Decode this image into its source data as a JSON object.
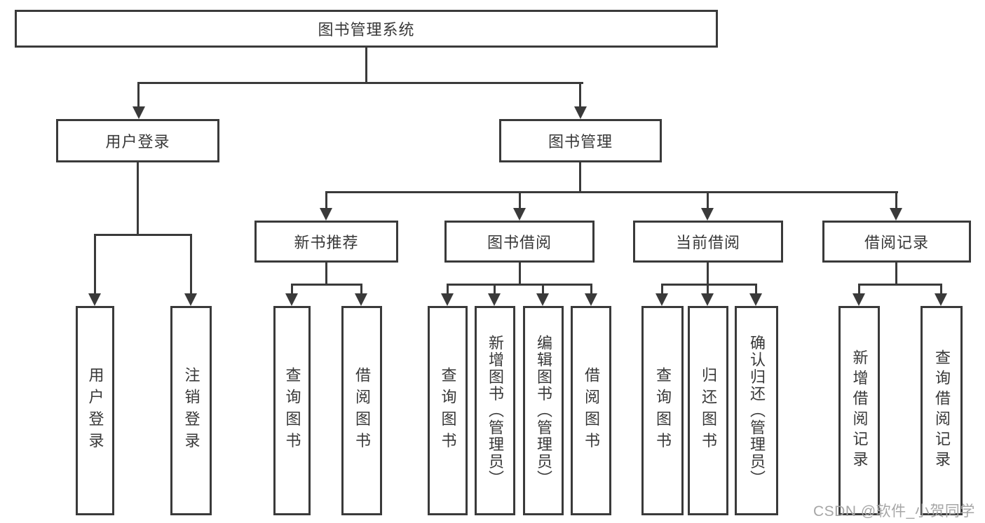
{
  "diagram": {
    "type": "hierarchy-tree",
    "colors": {
      "line": "#3a3a3a",
      "text": "#383838",
      "watermark": "#a6a6a6",
      "background": "#ffffff"
    },
    "watermark": "CSDN @软件_小贺同学",
    "nodes": {
      "root": {
        "label": "图书管理系统"
      },
      "user_login": {
        "label": "用户登录"
      },
      "book_mgmt": {
        "label": "图书管理"
      },
      "new_book_rec": {
        "label": "新书推荐"
      },
      "book_borrow": {
        "label": "图书借阅"
      },
      "current_borrow": {
        "label": "当前借阅"
      },
      "borrow_record": {
        "label": "借阅记录"
      },
      "leaf_user_login": {
        "label": "用户登录"
      },
      "leaf_logout": {
        "label": "注销登录"
      },
      "leaf_query_book_1": {
        "label": "查询图书"
      },
      "leaf_borrow_book_1": {
        "label": "借阅图书"
      },
      "leaf_query_book_2": {
        "label": "查询图书"
      },
      "leaf_add_book": {
        "label": "新增图书（管理员）"
      },
      "leaf_edit_book": {
        "label": "编辑图书（管理员）"
      },
      "leaf_borrow_book_2": {
        "label": "借阅图书"
      },
      "leaf_query_book_3": {
        "label": "查询图书"
      },
      "leaf_return_book": {
        "label": "归还图书"
      },
      "leaf_confirm_return": {
        "label": "确认归还（管理员）"
      },
      "leaf_add_record": {
        "label": "新增借阅记录"
      },
      "leaf_query_record": {
        "label": "查询借阅记录"
      }
    },
    "edges": [
      "root->user_login",
      "root->book_mgmt",
      "user_login->leaf_user_login",
      "user_login->leaf_logout",
      "book_mgmt->new_book_rec",
      "book_mgmt->book_borrow",
      "book_mgmt->current_borrow",
      "book_mgmt->borrow_record",
      "new_book_rec->leaf_query_book_1",
      "new_book_rec->leaf_borrow_book_1",
      "book_borrow->leaf_query_book_2",
      "book_borrow->leaf_add_book",
      "book_borrow->leaf_edit_book",
      "book_borrow->leaf_borrow_book_2",
      "current_borrow->leaf_query_book_3",
      "current_borrow->leaf_return_book",
      "current_borrow->leaf_confirm_return",
      "borrow_record->leaf_add_record",
      "borrow_record->leaf_query_record"
    ]
  }
}
